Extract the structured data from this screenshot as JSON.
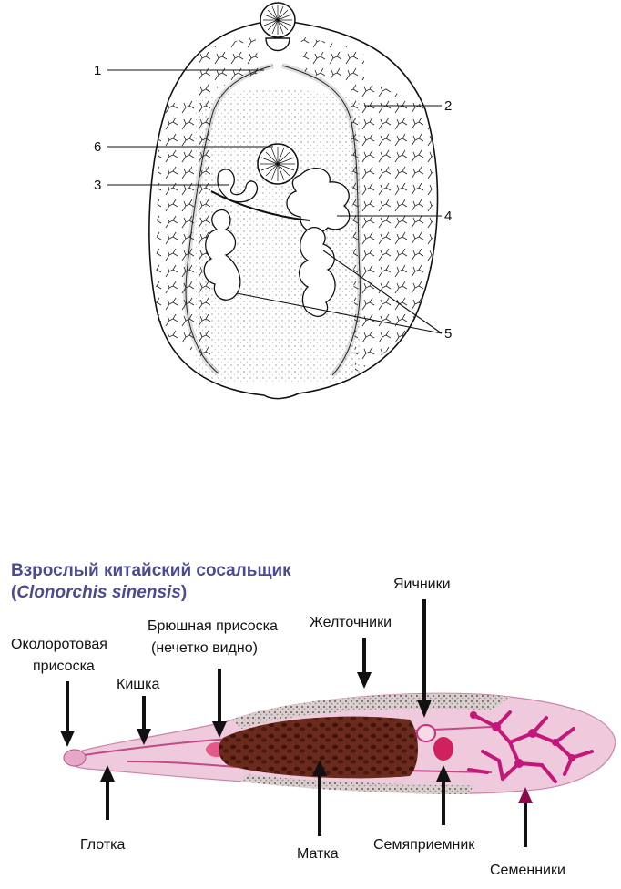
{
  "top_figure": {
    "labels": [
      "1",
      "2",
      "3",
      "4",
      "5",
      "6"
    ]
  },
  "bottom_figure": {
    "title_line1": "Взрослый китайский сосальщик",
    "title_line2_open": "(",
    "title_line2_species": "Clonorchis sinensis",
    "title_line2_close": ")",
    "labels": {
      "oral_sucker_l1": "Околоротовая",
      "oral_sucker_l2": "присоска",
      "intestine": "Кишка",
      "ventral_sucker_l1": "Брюшная присоска",
      "ventral_sucker_l2": "(нечетко видно)",
      "vitellaria": "Желточники",
      "ovary": "Яичники",
      "pharynx": "Глотка",
      "uterus": "Матка",
      "seminal_receptacle": "Семяприемник",
      "testes": "Семенники"
    }
  }
}
